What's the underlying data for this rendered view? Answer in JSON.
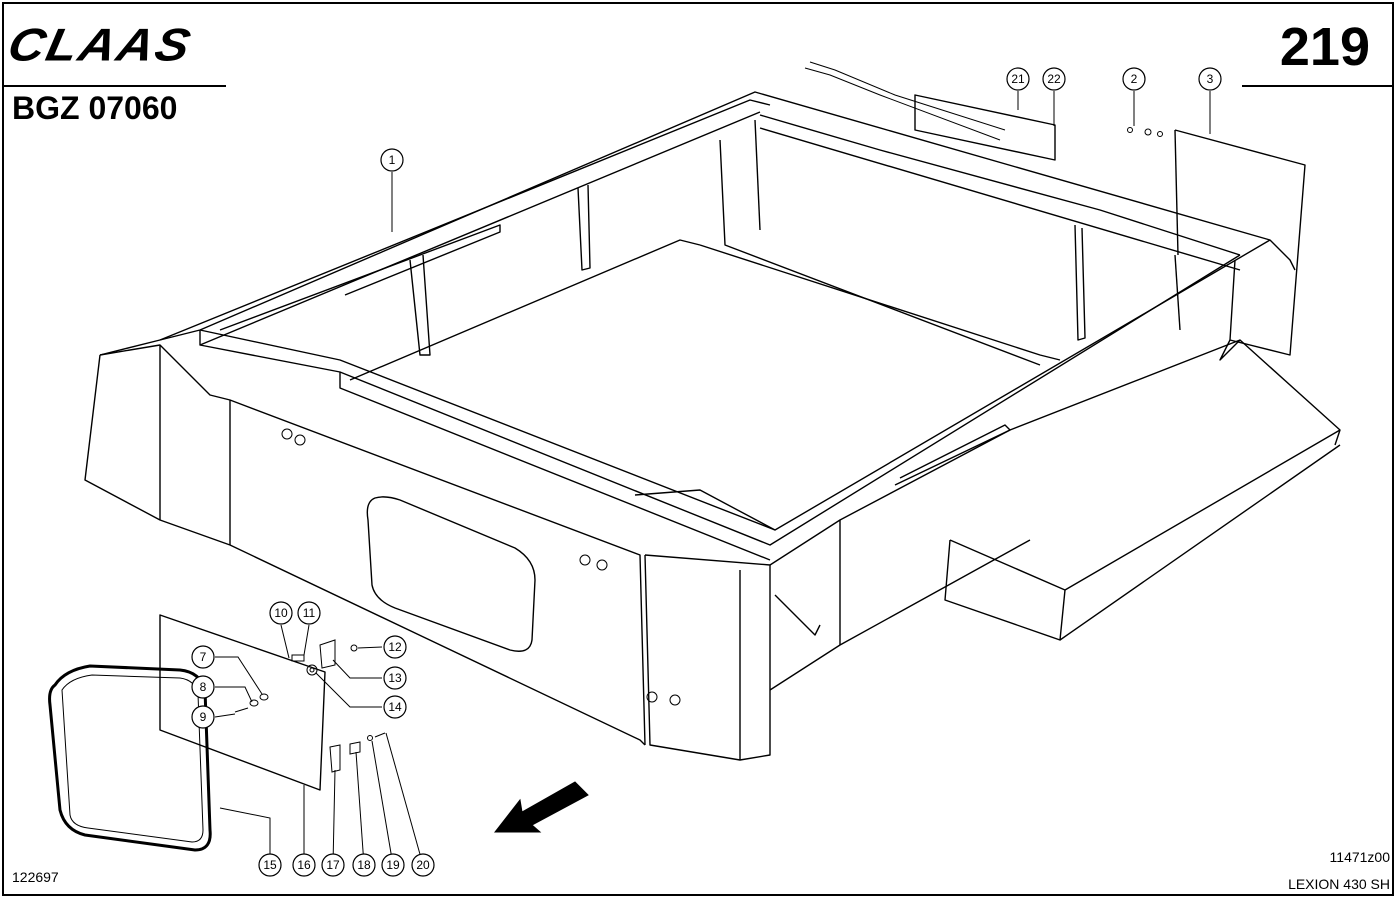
{
  "header": {
    "brand": "CLAAS",
    "doc_code": "BGZ 07060",
    "page_number": "219"
  },
  "footer": {
    "image_number": "122697",
    "drawing_code": "11471z00",
    "model": "LEXION 430 SH"
  },
  "callouts": [
    "1",
    "2",
    "3",
    "7",
    "8",
    "9",
    "10",
    "11",
    "12",
    "13",
    "14",
    "15",
    "16",
    "17",
    "18",
    "19",
    "20",
    "21",
    "22"
  ]
}
